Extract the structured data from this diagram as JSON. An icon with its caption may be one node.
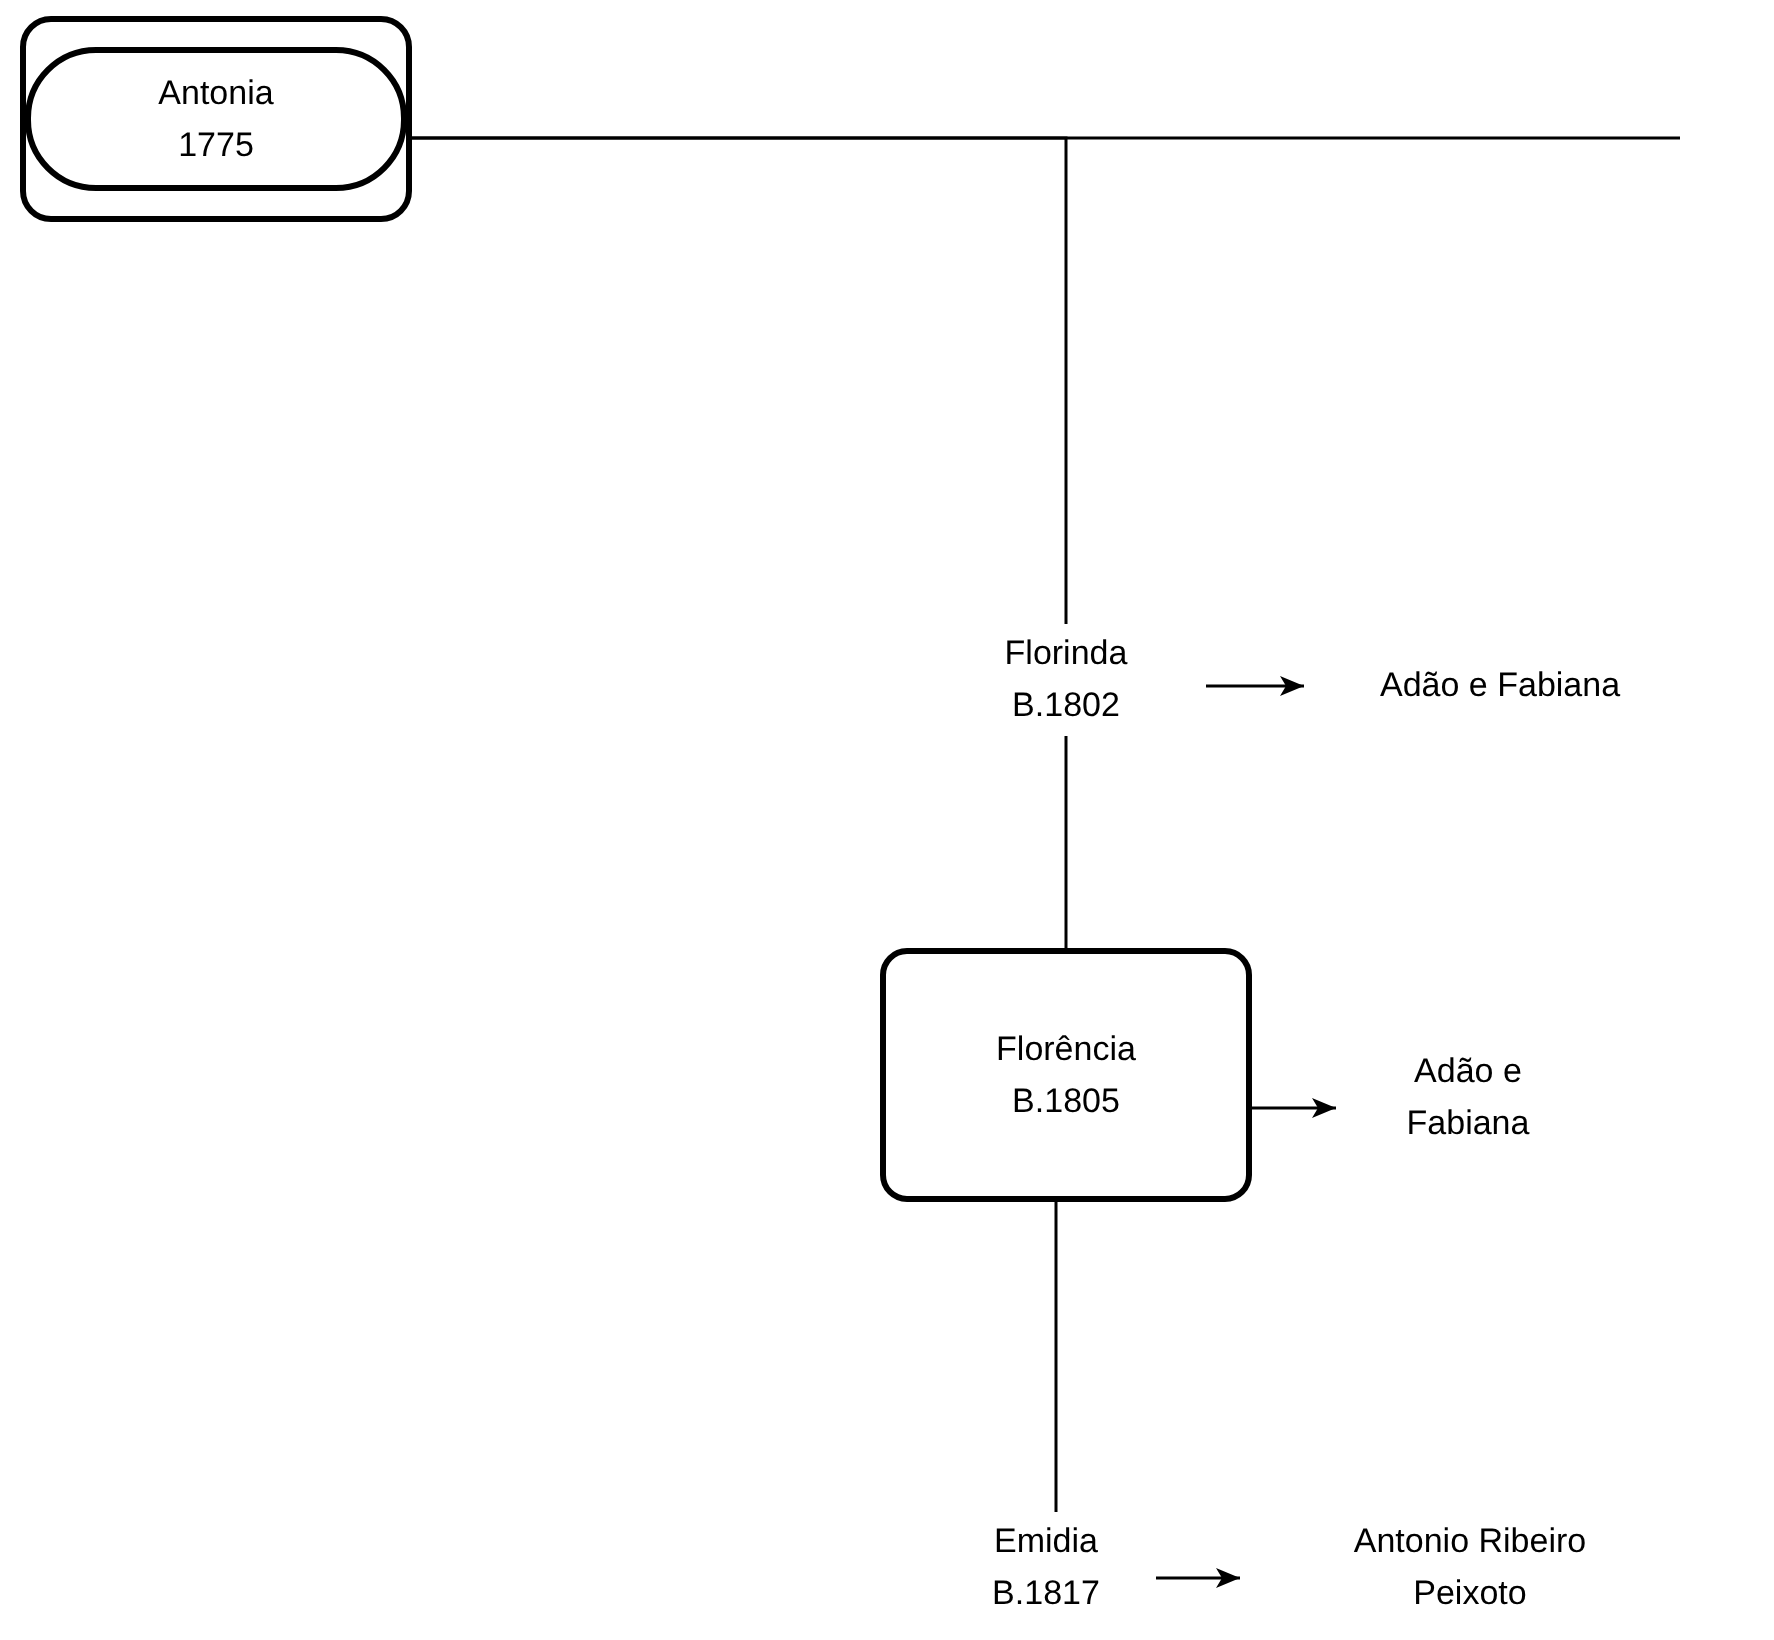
{
  "diagram": {
    "nodes": [
      {
        "text": [
          "Antonia",
          "1775"
        ]
      },
      {
        "text": [
          "Florinda",
          "B.1802"
        ]
      },
      {
        "text": [
          "Adão e Fabiana"
        ]
      },
      {
        "text": [
          "Florência",
          "B.1805"
        ]
      },
      {
        "text": [
          "Adão e Fabiana"
        ]
      },
      {
        "text": [
          "Emidia",
          "B.1817"
        ]
      },
      {
        "text": [
          "Antonio Ribeiro Peixoto"
        ]
      }
    ],
    "edges": [
      {
        "from": 0,
        "to": null,
        "arrow": "none"
      },
      {
        "from": 0,
        "to": 1,
        "arrow": "none"
      },
      {
        "from": 1,
        "to": 2,
        "arrow": "to"
      },
      {
        "from": 1,
        "to": 3,
        "arrow": "none"
      },
      {
        "from": 3,
        "to": 4,
        "arrow": "to"
      },
      {
        "from": 3,
        "to": 5,
        "arrow": "none"
      },
      {
        "from": 5,
        "to": 6,
        "arrow": "to"
      }
    ]
  }
}
